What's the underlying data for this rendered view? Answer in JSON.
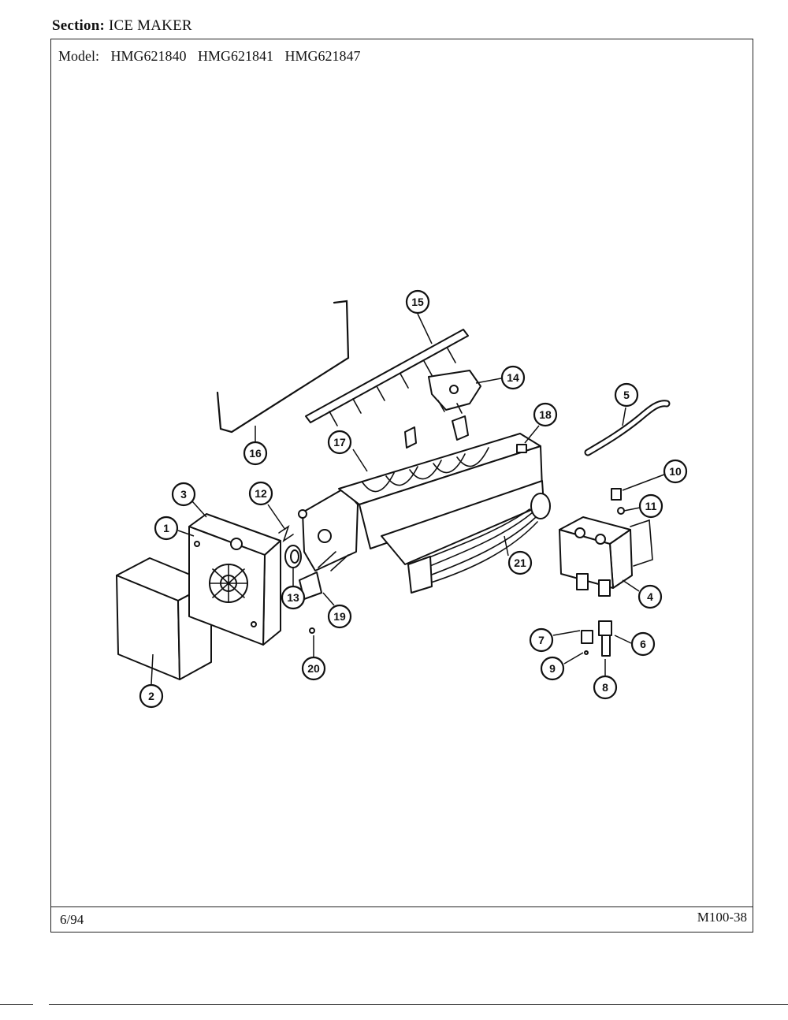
{
  "header": {
    "section_label": "Section:",
    "section_value": "ICE MAKER",
    "model_label": "Model:",
    "models": [
      "HMG621840",
      "HMG621841",
      "HMG621847"
    ]
  },
  "footer": {
    "date": "6/94",
    "page_code": "M100-38"
  },
  "callouts": [
    "1",
    "2",
    "3",
    "4",
    "5",
    "6",
    "7",
    "8",
    "9",
    "10",
    "11",
    "12",
    "13",
    "14",
    "15",
    "16",
    "17",
    "18",
    "19",
    "20",
    "21"
  ]
}
